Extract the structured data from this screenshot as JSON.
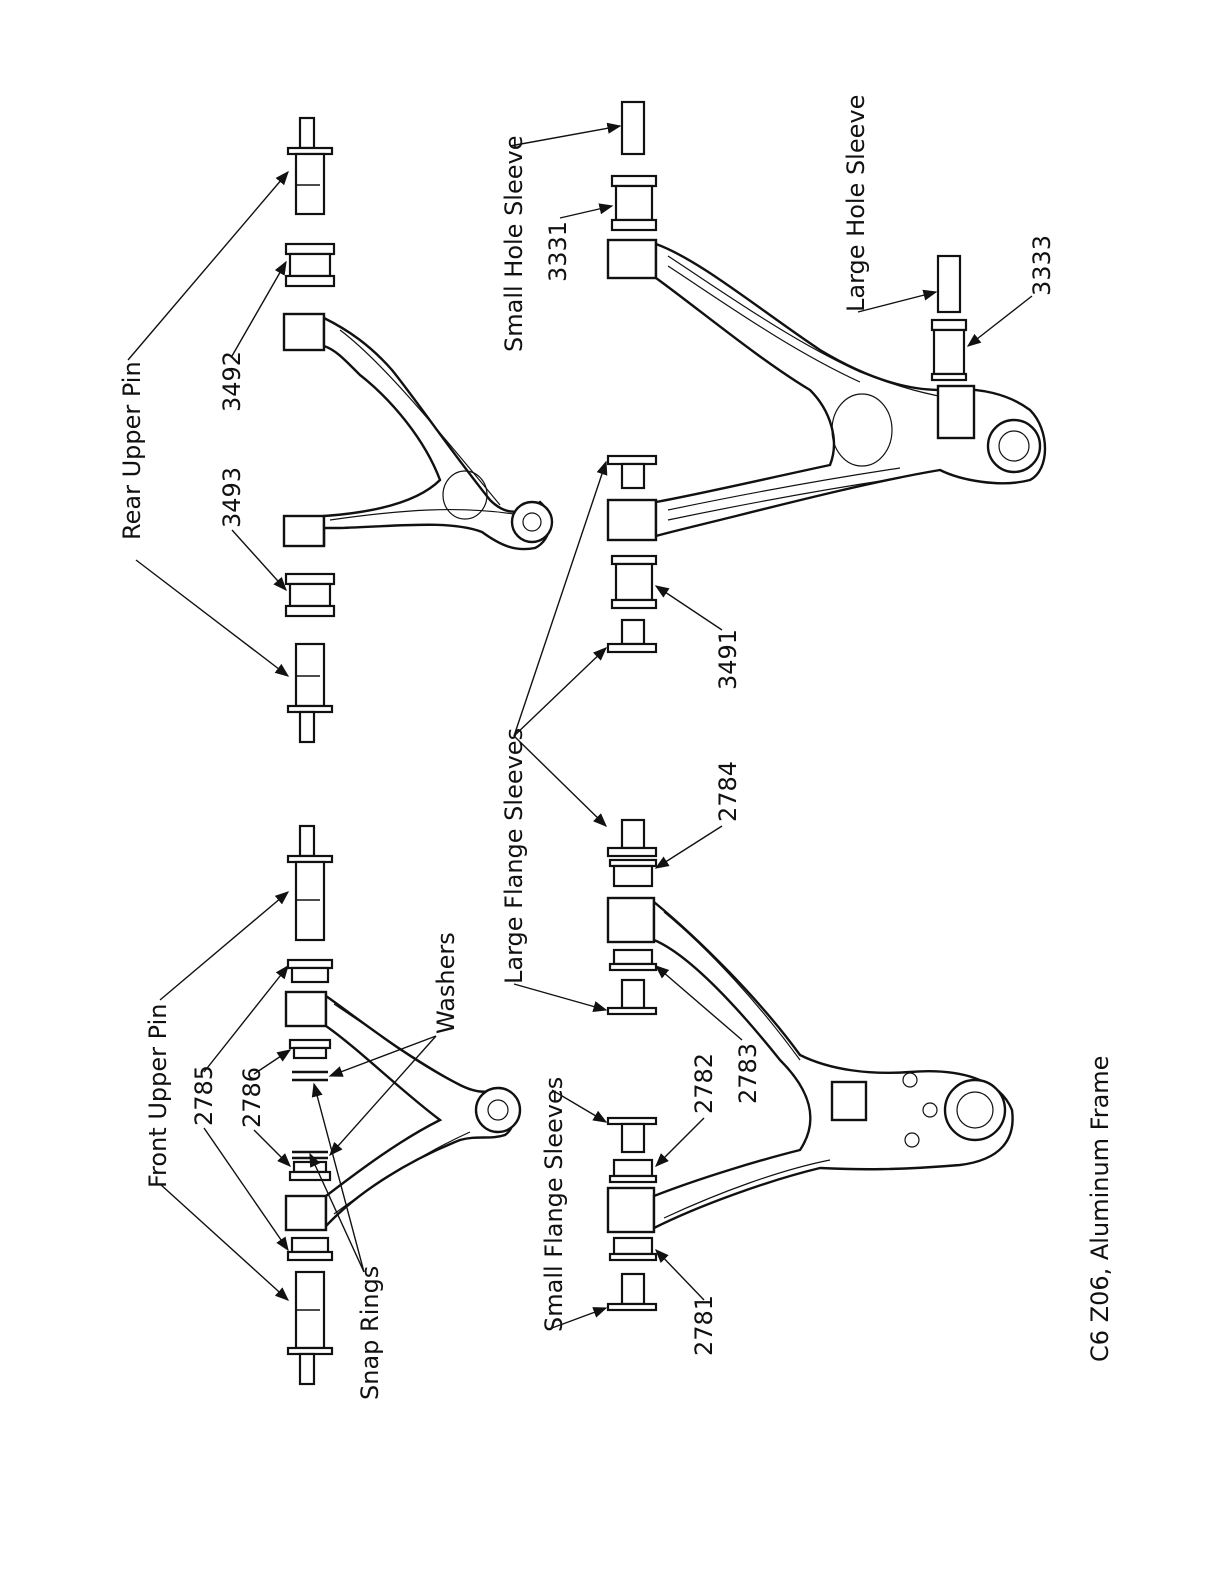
{
  "labels": {
    "rear_upper_pin": "Rear Upper Pin",
    "front_upper_pin": "Front Upper Pin",
    "washers": "Washers",
    "snap_rings": "Snap Rings",
    "small_hole_sleeve": "Small Hole Sleeve",
    "large_hole_sleeve": "Large Hole Sleeve",
    "large_flange_sleeves": "Large Flange Sleeves",
    "small_flange_sleeves": "Small Flange Sleeves",
    "caption": "C6 Z06, Aluminum Frame"
  },
  "parts": {
    "p3492": "3492",
    "p3493": "3493",
    "p3331": "3331",
    "p3333": "3333",
    "p3491": "3491",
    "p2784": "2784",
    "p2785": "2785",
    "p2786": "2786",
    "p2782": "2782",
    "p2783": "2783",
    "p2781": "2781"
  }
}
